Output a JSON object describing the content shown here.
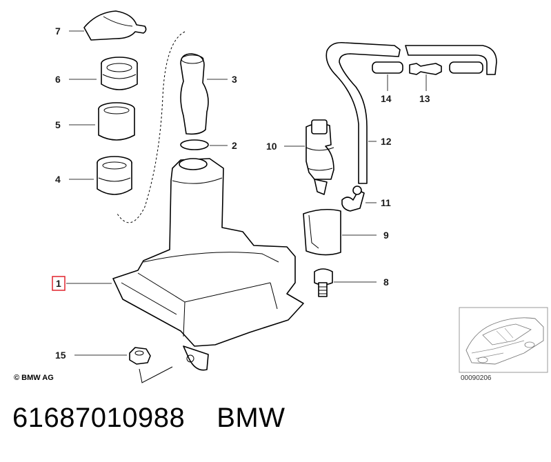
{
  "callouts": {
    "c1": "1",
    "c2": "2",
    "c3": "3",
    "c4": "4",
    "c5": "5",
    "c6": "6",
    "c7": "7",
    "c8": "8",
    "c9": "9",
    "c10": "10",
    "c11": "11",
    "c12": "12",
    "c13": "13",
    "c14": "14",
    "c15": "15"
  },
  "highlight_color": "#e0222b",
  "copyright": "© BMW AG",
  "thumbnail_code": "00090206",
  "caption": {
    "part_number": "61687010988",
    "brand": "BMW"
  }
}
